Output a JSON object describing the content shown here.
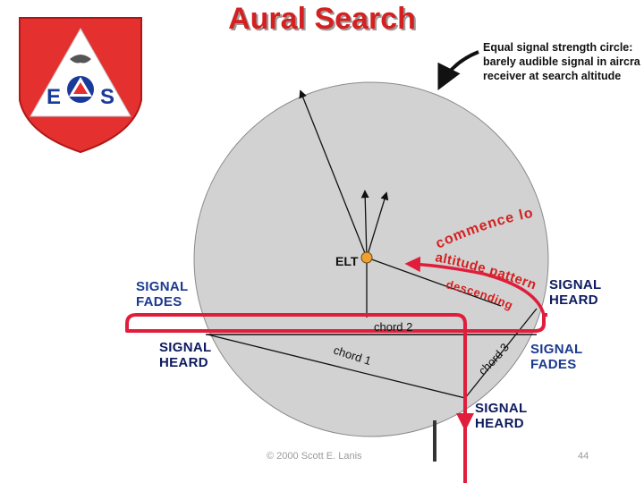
{
  "title": "Aural Search",
  "note": {
    "line1": "Equal signal strength circle:",
    "line2": "barely audible signal in aircra",
    "line3": "receiver at  search altitude"
  },
  "logo": {
    "left_letter": "E",
    "right_letter": "S"
  },
  "elt_label": "ELT",
  "curved_text": {
    "commence": "commence low",
    "altitude": "altitude pattern",
    "descending": "descending"
  },
  "chords": {
    "chord1": "chord 1",
    "chord2": "chord 2",
    "chord3": "chord 3"
  },
  "labels": {
    "fades_left": {
      "line1": "SIGNAL",
      "line2": "FADES"
    },
    "heard_left": {
      "line1": "SIGNAL",
      "line2": "HEARD"
    },
    "heard_right": {
      "line1": "SIGNAL",
      "line2": "HEARD"
    },
    "fades_right": {
      "line1": "SIGNAL",
      "line2": "FADES"
    },
    "heard_bottom": {
      "line1": "SIGNAL",
      "line2": "HEARD"
    }
  },
  "footer": {
    "copyright": "© 2000 Scott E. Lanis",
    "page": "44"
  },
  "colors": {
    "title": "#d42020",
    "flight_path": "#e01e3c",
    "circle_fill": "#d2d2d2",
    "curved_text": "#d42020",
    "label_blue": "#1c3a8f",
    "label_navy": "#0d1b5e",
    "shield": "#e53030",
    "elt_dot": "#f0a030"
  }
}
